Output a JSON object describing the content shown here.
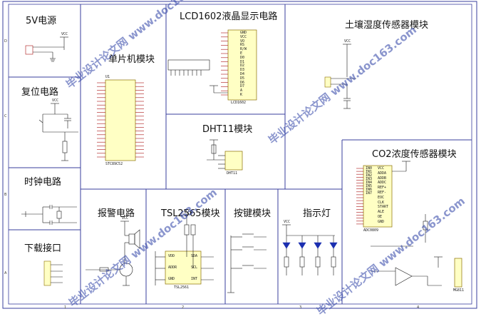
{
  "sections": {
    "power": "5V电源",
    "reset": "复位电路",
    "clock": "时钟电路",
    "download": "下载接口",
    "mcu": "单片机模块",
    "lcd": "LCD1602液晶显示电路",
    "dht": "DHT11模块",
    "soil": "土壤湿度传感器模块",
    "co2": "CO2浓度传感器模块",
    "alarm": "报警电路",
    "tsl": "TSL2565模块",
    "keys": "按键模块",
    "led": "指示灯"
  },
  "watermark": "毕业设计论文网 www.doc163.com",
  "chips": {
    "mcu_part": "STC89C52",
    "mcu_ref": "U1",
    "lcd_part": "LCD1602",
    "dht_part": "DHT11",
    "co2_part": "ADC0809",
    "tsl_part": "TSL2561",
    "sensor_part": "MG811"
  },
  "net_labels": {
    "vcc": "VCC",
    "lcd_pins": [
      "GND",
      "VCC",
      "VO",
      "RS",
      "R/W",
      "E",
      "D0",
      "D1",
      "D2",
      "D3",
      "D4",
      "D5",
      "D6",
      "D7",
      "A",
      "K"
    ],
    "tsl_pins_left": [
      "VDD",
      "ADDR",
      "GND"
    ],
    "tsl_pins_right": [
      "SDA",
      "SCL",
      "INT"
    ],
    "co2_pins": [
      "IN0",
      "IN1",
      "IN2",
      "IN3",
      "IN4",
      "IN5",
      "IN6",
      "IN7",
      "VCC",
      "ADDA",
      "ADDB",
      "ADDC",
      "REF+",
      "REF-",
      "EOC",
      "CLK",
      "START",
      "ALE",
      "OE",
      "GND"
    ]
  },
  "ruler": {
    "columns": [
      "1",
      "2",
      "3",
      "4"
    ],
    "rows": [
      "D",
      "C",
      "B",
      "A"
    ]
  },
  "colors": {
    "border": "#3a3f9e",
    "wire": "#1a1a1a",
    "chip_fill": "#ffffc4",
    "chip_stroke": "#8a6d00",
    "pin_red": "#aa1111",
    "led_blue": "#1b2fb0",
    "watermark": "#2b3fa6"
  }
}
